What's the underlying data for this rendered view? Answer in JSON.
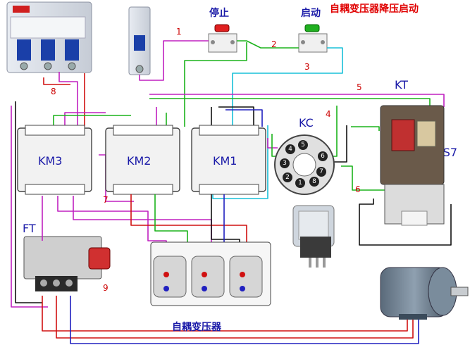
{
  "title": "自耦变压器降压启动",
  "buttons": {
    "stop": "停止",
    "start": "启动"
  },
  "wire_numbers": [
    "1",
    "2",
    "3",
    "4",
    "5",
    "6",
    "7",
    "8",
    "9"
  ],
  "devices": {
    "km3": "KM3",
    "km2": "KM2",
    "km1": "KM1",
    "kc": "KC",
    "kt": "KT",
    "js7": "JS7",
    "ft": "FT",
    "autotransformer": "自耦变压器"
  },
  "kc_pins": [
    "1",
    "2",
    "3",
    "4",
    "5",
    "6",
    "7",
    "8"
  ],
  "colors": {
    "title": "#e00000",
    "label_blue": "#1a1aa8",
    "wire_number_red": "#cc0000",
    "wire_green": "#1bb31b",
    "wire_magenta": "#c020c0",
    "wire_cyan": "#18c0d8",
    "wire_red": "#d01010",
    "wire_blue": "#2020c0",
    "wire_black": "#111111"
  }
}
